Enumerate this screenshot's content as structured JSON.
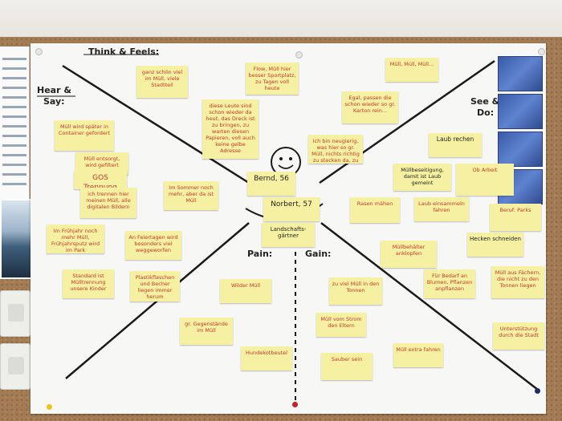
{
  "labels": {
    "think_feels": "Think & Feels:",
    "hear_say_1": "Hear &",
    "hear_say_2": "Say:",
    "see_do_1": "See &",
    "see_do_2": "Do:",
    "pain": "Pain:",
    "gain": "Gain:"
  },
  "personas": {
    "p1": "Bernd, 56",
    "p2": "Norbert, 57",
    "role": "Landschafts-gärtner"
  },
  "notes": {
    "think1": "ganz schön viel im Müll, viele Stadtteil",
    "think2": "Flow, Müll hier besser Sportplatz, zu Tagen voll heute",
    "think3": "Müll, Müll, Müll...",
    "think4": "diese Leute sind schon wieder da heut, das Dreck ist zu bringen, zu warten diesen Papieren, voll auch keine gelbe Adresse",
    "think5": "Egal, passen die schon wieder so gr. Karton rein...",
    "think6": "Ich bin neugierig, was hier so gr. Müll, nichts richtig zu stecken da, zu",
    "hear1": "Müll wird später in Container gefordert",
    "hear2": "Müll entsorgt, wird gefiltert",
    "hear3": "GOS Trennung",
    "hear4": "ich trennen hier meinen Müll, alle digitalen Bildern",
    "hear5": "Im Sommer noch mehr, aber da ist Müll",
    "hear6": "Im Frühjahr noch mehr Müll, Frühjahrsputz wird im Park",
    "hear7": "An Feiertagen wird besonders viel weggeworfen",
    "hear8": "Standard ist Mülltrennung unsere Kinder",
    "hear9": "Plastikflaschen und Becher liegen immer herum",
    "see1": "Laub rechen",
    "see2": "Müllbeseitigung, damit ist Laub gemeint",
    "see3": "Ob Arbeit",
    "see4": "Rasen mähen",
    "see5": "Laub einsammeln fahren",
    "see6": "Beruf: Parks",
    "see7": "Hecken schneiden",
    "gain1": "Müllbehälter anklopfen",
    "gain2": "Für Bedarf an Blumen, Pflanzen anpflanzen",
    "pain1": "Wilder Müll",
    "pain2": "zu viel Müll in den Tonnen",
    "pain3": "gr. Gegenstände im Müll",
    "gain3": "Müll vom Strom den Eltern",
    "gain4": "Müll aus Fächern, die nicht zu den Tonnen liegen",
    "pain4": "Hundekotbeutel",
    "gain5": "Sauber sein",
    "gain6": "Müll extra fahren",
    "gain7": "Unterstützung durch die Stadt"
  },
  "colors": {
    "note": "#f5f0a2",
    "note_text": "#c0392b",
    "poster": "#f7f7f5",
    "ink": "#222222",
    "pin_red": "#c71f2d"
  }
}
